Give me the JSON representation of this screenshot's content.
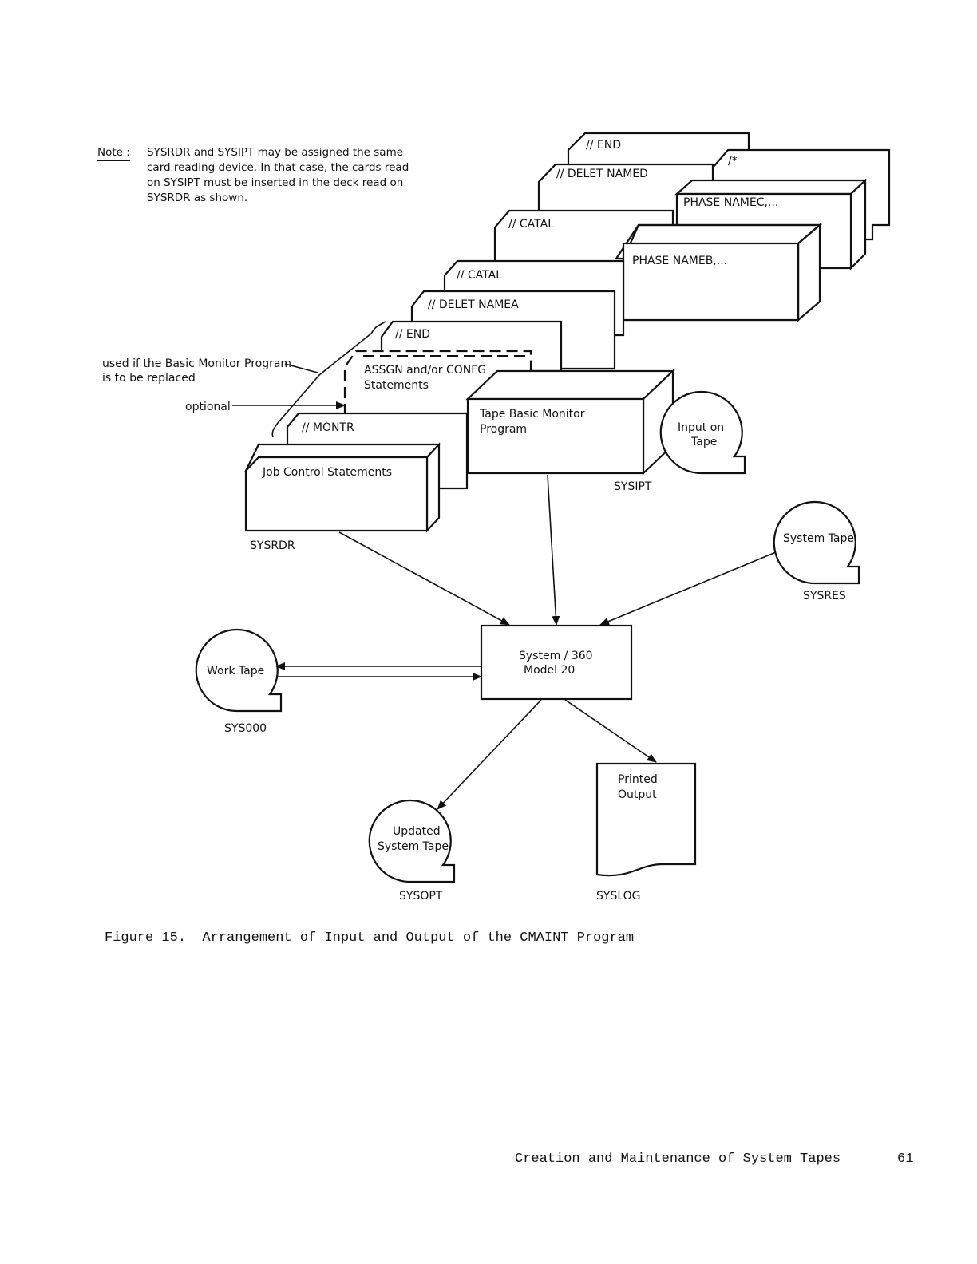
{
  "note": {
    "label": "Note :",
    "text": "SYSRDR and SYSIPT may be assigned the same card reading device. In that case, the cards read on SYSIPT must be inserted in the deck read on SYSRDR as shown."
  },
  "annotations": {
    "replace_line1": "used if the Basic Monitor Program",
    "replace_line2": "is to be replaced",
    "optional": "optional"
  },
  "cards": {
    "end_top": "// END",
    "delet_named": "// DELET NAMED",
    "slash_star": "/*",
    "phase_namec": "PHASE NAMEC,...",
    "catal_1": "// CATAL",
    "phase_nameb": "PHASE NAMEB,...",
    "catal_2": "// CATAL",
    "delet_namea": "// DELET NAMEA",
    "end_2": "// END",
    "assgn_line1": "ASSGN and/or CONFG",
    "assgn_line2": "Statements",
    "montr": "// MONTR",
    "job_control": "Job Control Statements",
    "tape_basic_line1": "Tape Basic Monitor",
    "tape_basic_line2": "Program"
  },
  "devices": {
    "sysipt_tape_line1": "Input on",
    "sysipt_tape_line2": "Tape",
    "sysipt": "SYSIPT",
    "sysrdr": "SYSRDR",
    "system_tape": "System Tape",
    "sysres": "SYSRES",
    "cpu_line1": "System / 360",
    "cpu_line2": "Model 20",
    "work_tape": "Work Tape",
    "sys000": "SYS000",
    "updated_line1": "Updated",
    "updated_line2": "System Tape",
    "sysopt": "SYSOPT",
    "printed_line1": "Printed",
    "printed_line2": "Output",
    "syslog": "SYSLOG"
  },
  "caption": "Figure 15.  Arrangement of Input and Output of the CMAINT Program",
  "footer": {
    "title": "Creation and Maintenance of System Tapes",
    "page": "61"
  }
}
